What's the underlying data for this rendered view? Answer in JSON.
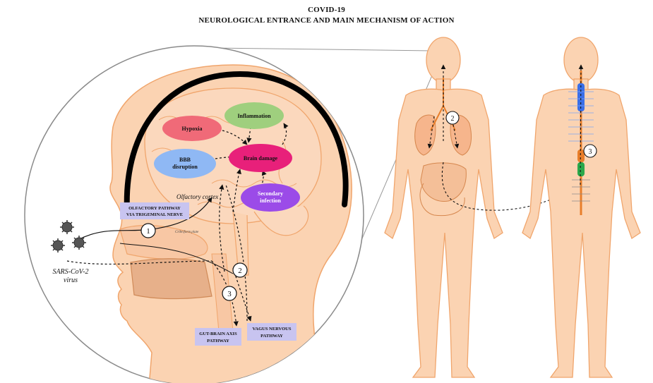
{
  "title": {
    "line1": "COVID-19",
    "line2": "NEUROLOGICAL  ENTRANCE AND MAIN MECHANISM OF ACTION"
  },
  "mechanisms": {
    "hypoxia": "Hypoxia",
    "inflammation": "Inflammation",
    "bbb_line1": "BBB",
    "bbb_line2": "disruption",
    "brain_damage": "Brain damage",
    "secondary_line1": "Secondary",
    "secondary_line2": "infection"
  },
  "labels": {
    "olfactory_cortex": "Olfactory cortex",
    "cribriform_plate": "Cribriform plate",
    "virus_line1": "SARS-CoV-2",
    "virus_line2": "virus"
  },
  "pathways": {
    "olfactory_line1": "OLFACTORY PATHWAY",
    "olfactory_line2": "VIA TRIGEMINAL NERVE",
    "gut_line1": "GUT-BRAIN AXIS",
    "gut_line2": "PATHWAY",
    "vagus_line1": "VAGUS NERVOUS",
    "vagus_line2": "PATHWAY"
  },
  "markers": {
    "m1": "1",
    "m2": "2",
    "m3": "3",
    "body2": "2",
    "body3": "3"
  },
  "colors": {
    "hypoxia": "#f06a78",
    "inflammation": "#9fcf7e",
    "bbb": "#8fb8f4",
    "brain_damage": "#e8207a",
    "secondary": "#9b4be8",
    "pathway_box": "#c8c4f0",
    "skin": "#fbd3b2",
    "skin_line": "#f0a56c"
  }
}
